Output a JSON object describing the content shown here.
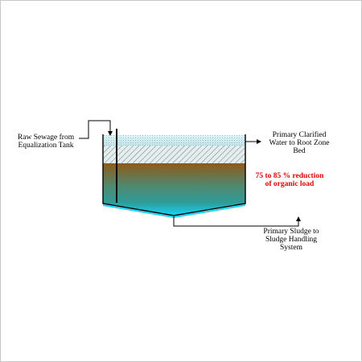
{
  "diagram": {
    "inlet_label": [
      "Raw Sewage from",
      "Equalization Tank"
    ],
    "outlet_label": [
      "Primary Clarified",
      "Water to Root Zone",
      "Bed"
    ],
    "sludge_label": [
      "Primary Sludge to",
      "Sludge Handling",
      "System"
    ],
    "reduction_label": [
      "75 to 85 % reduction",
      "of organic load"
    ]
  },
  "colors": {
    "reduction_text": "#e00000",
    "clear_water_top": "#d6f1f4",
    "clear_water_bottom": "#c4e3e8",
    "sludge_brown": "#8f5a1b",
    "mid_teal": "#2f9c98",
    "bottom_cyan": "#15d4f8",
    "outline": "#000000",
    "frame": "#c8c8c8"
  }
}
